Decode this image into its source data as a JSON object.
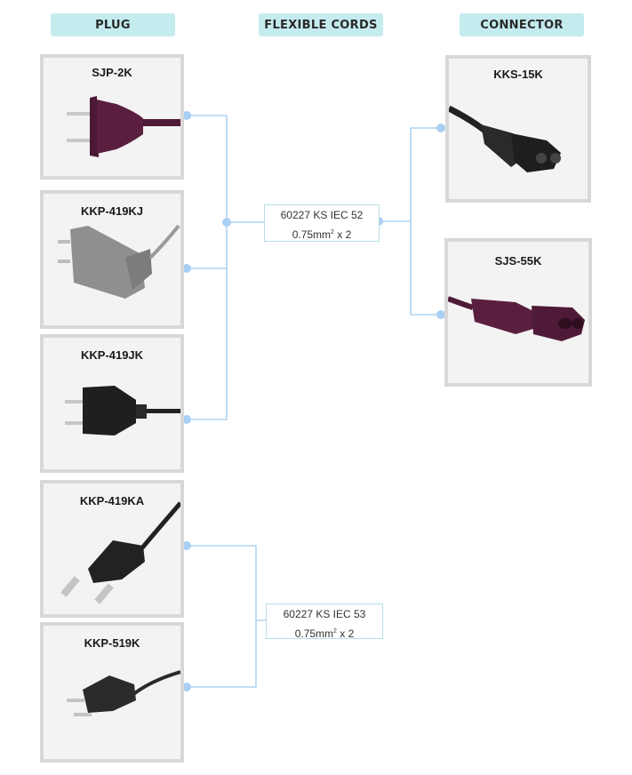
{
  "headers": {
    "plug": "PLUG",
    "cords": "FLEXIBLE CORDS",
    "connector": "CONNECTOR"
  },
  "plugs": [
    {
      "name": "SJP-2K"
    },
    {
      "name": "KKP-419KJ"
    },
    {
      "name": "KKP-419JK"
    },
    {
      "name": "KKP-419KA"
    },
    {
      "name": "KKP-519K"
    }
  ],
  "cords": [
    {
      "line1": "60227 KS IEC 52",
      "line2_num": "0.75mm",
      "sup": "2",
      "line2_rest": " x 2"
    },
    {
      "line1": "60227 KS IEC 53",
      "line2_num": "0.75mm",
      "sup": "2",
      "line2_rest": " x 2"
    }
  ],
  "connectors": [
    {
      "name": "KKS-15K"
    },
    {
      "name": "SJS-55K"
    }
  ],
  "colors": {
    "header_bg": "#c4ebee",
    "line": "#9fc9ef",
    "dot": "#a9cff4",
    "plug_purple": "#5a1f3e",
    "plug_gray": "#8e8e8e",
    "plug_black": "#222222"
  }
}
